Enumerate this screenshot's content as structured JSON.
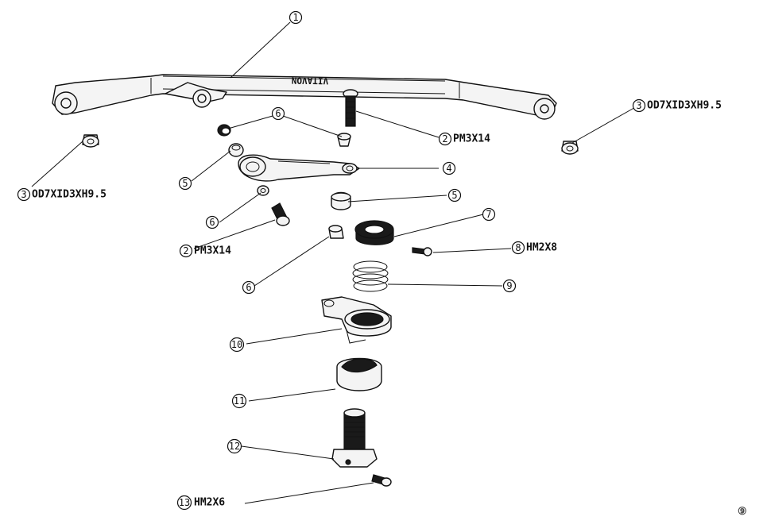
{
  "brand": "VITAVON",
  "labels": [
    {
      "id": "l1",
      "num": "1",
      "spec": ""
    },
    {
      "id": "l2a",
      "num": "2",
      "spec": "PM3X14"
    },
    {
      "id": "l2b",
      "num": "2",
      "spec": "PM3X14"
    },
    {
      "id": "l3a",
      "num": "3",
      "spec": "OD7XID3XH9.5"
    },
    {
      "id": "l3b",
      "num": "3",
      "spec": "OD7XID3XH9.5"
    },
    {
      "id": "l4",
      "num": "4",
      "spec": ""
    },
    {
      "id": "l5a",
      "num": "5",
      "spec": ""
    },
    {
      "id": "l5b",
      "num": "5",
      "spec": ""
    },
    {
      "id": "l6a",
      "num": "6",
      "spec": ""
    },
    {
      "id": "l6b",
      "num": "6",
      "spec": ""
    },
    {
      "id": "l6c",
      "num": "6",
      "spec": ""
    },
    {
      "id": "l7",
      "num": "7",
      "spec": ""
    },
    {
      "id": "l8",
      "num": "8",
      "spec": "HM2X8"
    },
    {
      "id": "l9",
      "num": "9",
      "spec": ""
    },
    {
      "id": "l10",
      "num": "10",
      "spec": ""
    },
    {
      "id": "l11",
      "num": "11",
      "spec": ""
    },
    {
      "id": "l12",
      "num": "12",
      "spec": ""
    },
    {
      "id": "l13",
      "num": "13",
      "spec": "HM2X6"
    }
  ],
  "corner_marker": "⑨"
}
